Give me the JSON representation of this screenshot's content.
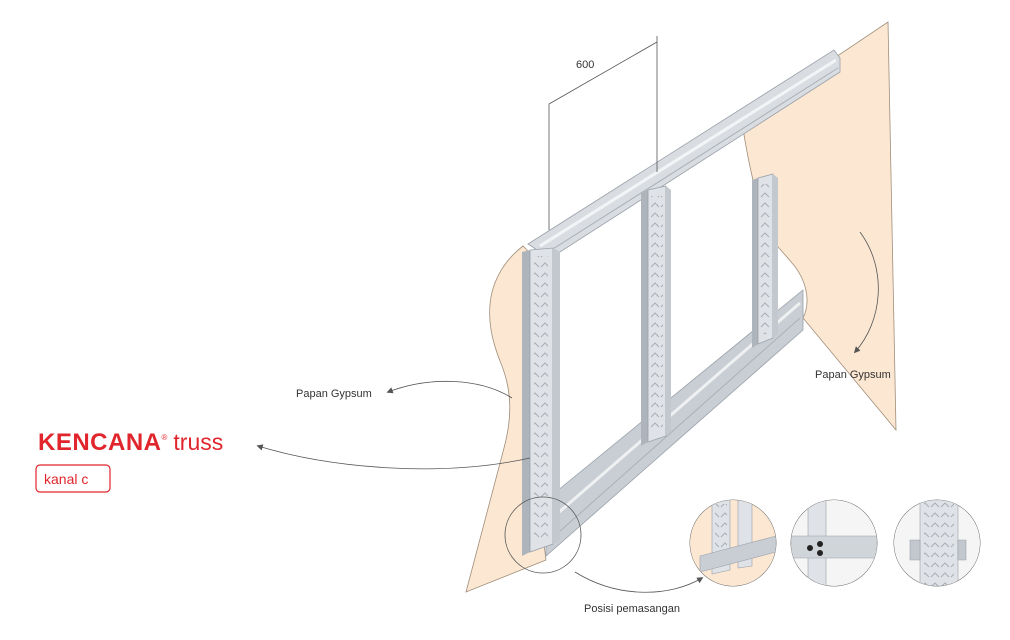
{
  "dimension": {
    "value": "600"
  },
  "labels": {
    "gypsum_left": "Papan Gypsum",
    "gypsum_right": "Papan Gypsum",
    "install_position": "Posisi pemasangan"
  },
  "brand": {
    "name": "KENCANA",
    "registered": "®",
    "suffix": "truss",
    "product": "kanal c",
    "color": "#e0262c"
  },
  "colors": {
    "board": "#fbe7d2",
    "board_edge": "#a08e7a",
    "steel": "#d9dde2",
    "steel_dark": "#9aa1a9",
    "line": "#555555"
  }
}
